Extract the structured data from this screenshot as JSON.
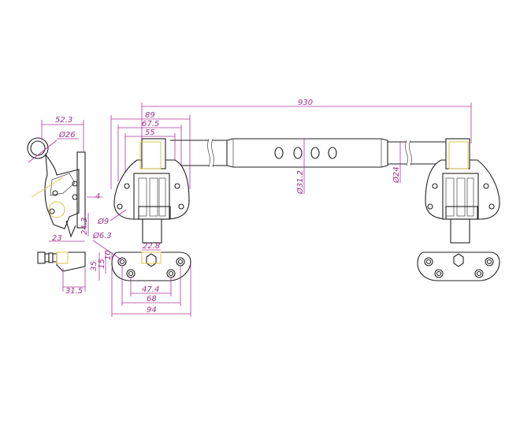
{
  "dimensions": {
    "overall_length": "930",
    "width_89": "89",
    "width_67_5": "67.5",
    "width_55": "55",
    "bar_dia": "Ø31.2",
    "rod_dia": "Ø24",
    "hole_dia_9": "Ø9",
    "hole_dia_6_3": "Ø6.3",
    "width_22_8": "22.8",
    "height_35": "35",
    "height_15": "15",
    "height_10": "10",
    "span_47_4": "47.4",
    "span_68": "68",
    "span_94": "94",
    "side_52_3": "52.3",
    "side_dia_26": "Ø26",
    "side_4": "4",
    "side_24_3": "24.3",
    "side_23": "23",
    "side_31_5": "31.5"
  },
  "colors": {
    "line": "#222222",
    "dimension": "#b0369c",
    "centerline": "#d8c94a",
    "background": "#ffffff"
  }
}
